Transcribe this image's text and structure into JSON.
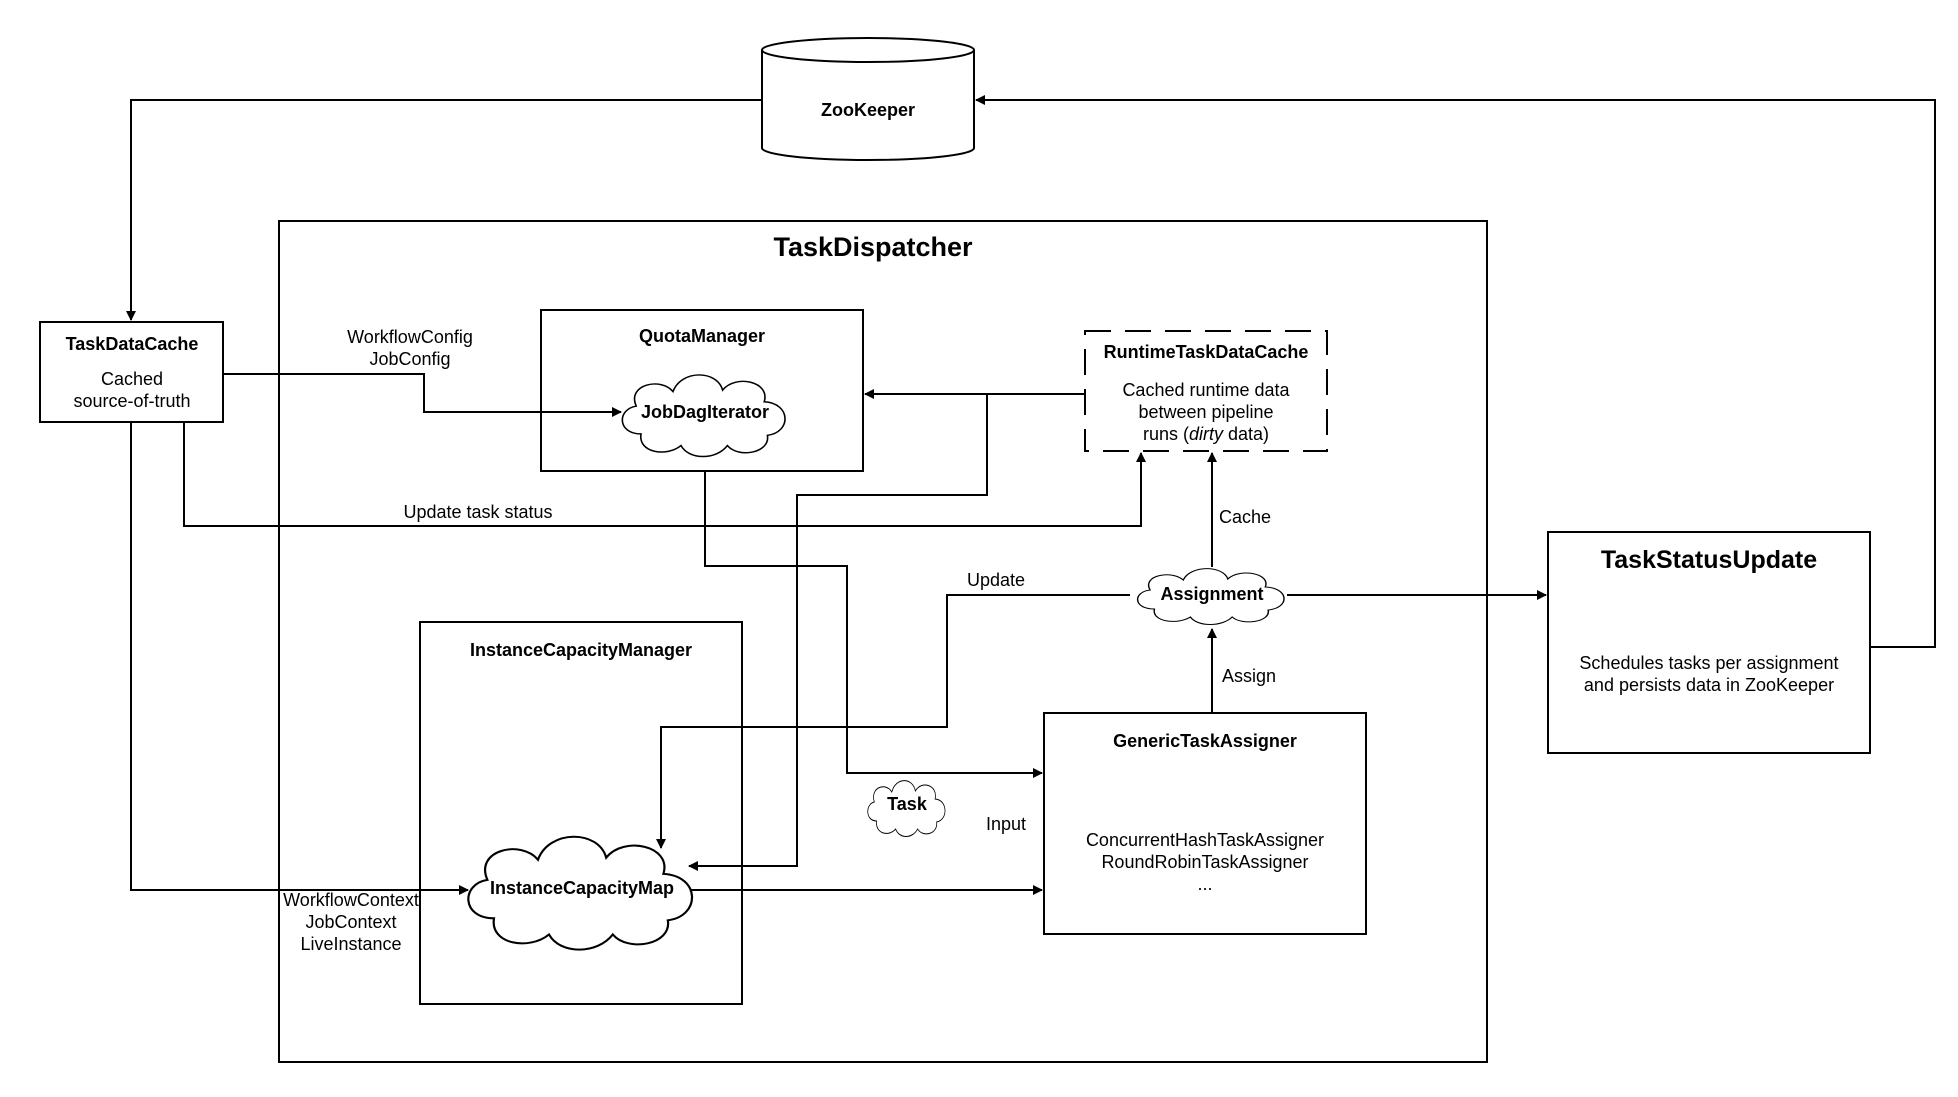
{
  "nodes": {
    "zookeeper": {
      "title": "ZooKeeper"
    },
    "task_dispatcher": {
      "title": "TaskDispatcher"
    },
    "task_data_cache": {
      "title": "TaskDataCache",
      "line1": "Cached",
      "line2": "source-of-truth"
    },
    "quota_manager": {
      "title": "QuotaManager",
      "cloud": "JobDagIterator"
    },
    "runtime_task_data_cache": {
      "title": "RuntimeTaskDataCache",
      "line1": "Cached runtime data",
      "line2": "between pipeline",
      "line3_pre": "runs (",
      "line3_em": "dirty",
      "line3_post": " data)"
    },
    "instance_capacity_manager": {
      "title": "InstanceCapacityManager",
      "cloud": "InstanceCapacityMap"
    },
    "assignment": {
      "cloud": "Assignment"
    },
    "task": {
      "cloud": "Task"
    },
    "generic_task_assigner": {
      "title": "GenericTaskAssigner",
      "line1": "ConcurrentHashTaskAssigner",
      "line2": "RoundRobinTaskAssigner",
      "line3": "..."
    },
    "task_status_update": {
      "title": "TaskStatusUpdate",
      "line1": "Schedules tasks per assignment",
      "line2": "and persists data in ZooKeeper"
    }
  },
  "edge_labels": {
    "workflow_config": "WorkflowConfig",
    "job_config": "JobConfig",
    "update_task_status": "Update task status",
    "cache": "Cache",
    "update": "Update",
    "assign": "Assign",
    "input": "Input",
    "workflow_context": "WorkflowContext",
    "job_context": "JobContext",
    "live_instance": "LiveInstance"
  }
}
